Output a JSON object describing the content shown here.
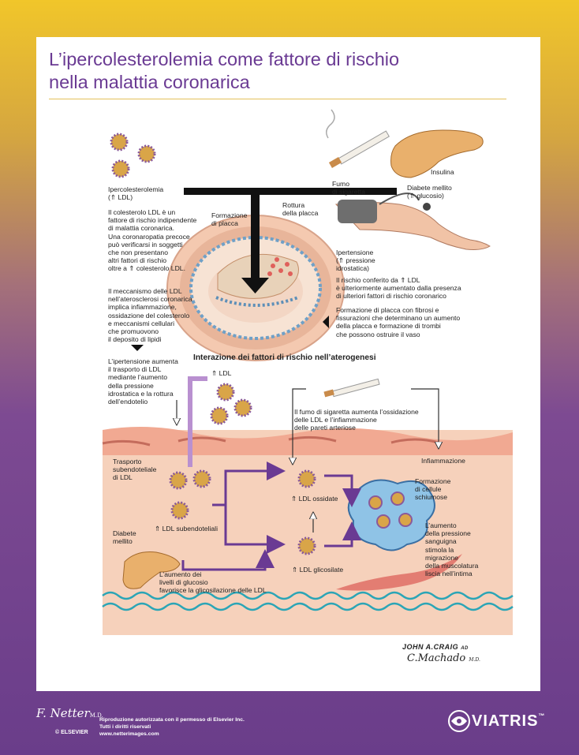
{
  "title_line1": "L’ipercolesterolemia come fattore di rischio",
  "title_line2": "nella malattia coronarica",
  "labels": {
    "ipercol": "Ipercolesterolemia\n(⇑ LDL)",
    "ldl_desc": "Il colesterolo LDL è un\nfattore di rischio indipendente\ndi malattia coronarica.\nUna coronaropatia precoce\npuò verificarsi in soggetti\nche non presentano\naltri fattori di rischio\noltre a ⇑ colesterolo LDL.",
    "meccanismo": "Il meccanismo delle LDL\nnell’aterosclerosi coronarica\nimplica infiammazione,\nossidazione del colesterolo\ne meccanismi cellulari\nche promuovono\nil deposito di lipidi",
    "formazione_placca": "Formazione\ndi placca",
    "rottura": "Rottura\ndella placca",
    "fumo": "Fumo\ndi sigaretta",
    "insulina": "Insulina",
    "diabete": "Diabete mellito\n(⇑ glucosio)",
    "ipertensione": "Ipertensione\n(⇑ pressione\nidrostatica)",
    "rischio_conferito": "Il rischio conferito da ⇑ LDL\nè ulteriormente aumentato dalla presenza\ndi ulteriori fattori di rischio coronarico",
    "formazione_fibrosi": "Formazione di placca con fibrosi e\nfissurazioni che determinano un aumento\ndella placca e formazione di trombi\nche possono ostruire il vaso",
    "interazione": "Interazione dei fattori di rischio nell’aterogenesi",
    "ipertensione_aumenta": "L’ipertensione aumenta\nil trasporto di LDL\nmediante l’aumento\ndella pressione\nidrostatica e la rottura\ndell’endotelio",
    "ldl_up": "⇑ LDL",
    "fumo_aumenta": "Il fumo di sigaretta aumenta l’ossidazione\ndelle LDL e l’infiammazione\ndelle pareti arteriose",
    "infiammazione": "Infiammazione",
    "trasporto": "Trasporto\nsubendoteliale\ndi LDL",
    "ldl_ossidate": "⇑ LDL ossidate",
    "cellule_schiumose": "Formazione\ndi cellule\nschiumose",
    "ldl_subendoteliali": "⇑ LDL subendoteliali",
    "diabete_mellito": "Diabete\nmellito",
    "aumento_pressione": "L’aumento\ndella pressione\nsanguigna\nstimola la\nmigrazione\ndella muscolatura\nliscia nell’intima",
    "ldl_glicosilate": "⇑ LDL glicosilate",
    "aumento_glucosio": "L’aumento dei\nlivelli di glucosio\nfavorisce la glicosilazione delle LDL"
  },
  "signature_1": "JOHN A.CRAIG",
  "signature_1_suffix": "AD",
  "signature_2": "C.Machado",
  "signature_2_suffix": "M.D.",
  "footer": {
    "brand": "F. Netter",
    "brand_suffix": "M.D.",
    "publisher": "© ELSEVIER",
    "text": "Riproduzione autorizzata con il permesso di Elsevier Inc.\nTutti i diritti riservati\nwww.netterimages.com",
    "company": "VIATRIS",
    "tm": "™"
  },
  "colors": {
    "title": "#6a3a93",
    "rule": "#e4c15a",
    "arrow_purple": "#6a3a93",
    "tissue": "#f3c9b0"
  }
}
